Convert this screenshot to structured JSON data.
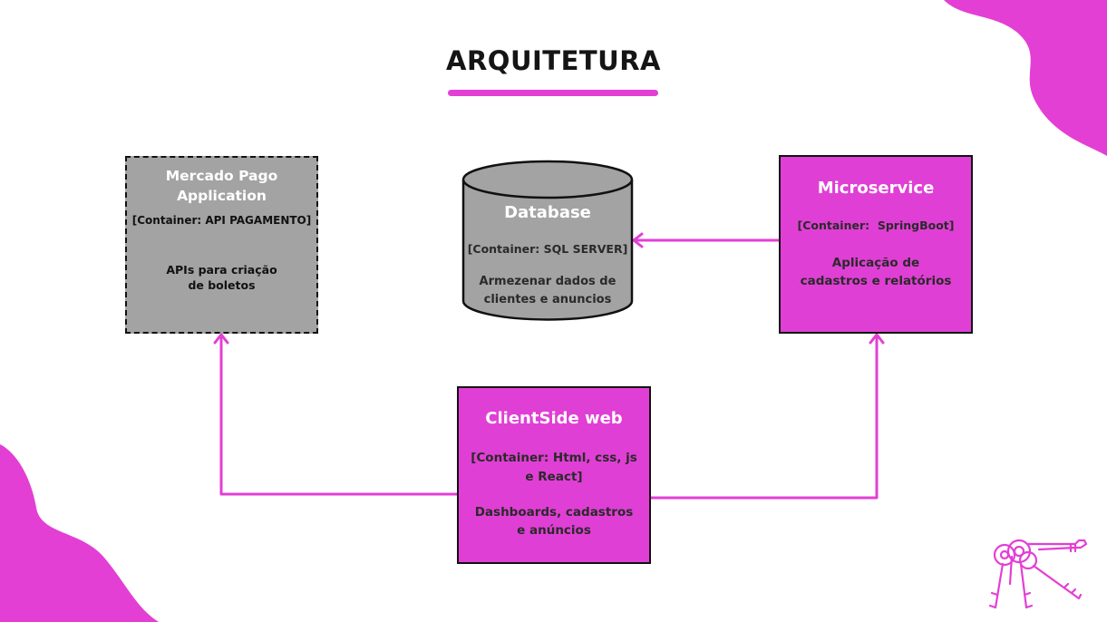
{
  "title": "ARQUITETURA",
  "colors": {
    "accent": "#e03fd5",
    "external_system": "#a3a3a3",
    "border": "#111111"
  },
  "nodes": {
    "mercado_pago": {
      "name_line1": "Mercado Pago",
      "name_line2": "Application",
      "container": "[Container: API PAGAMENTO]",
      "desc_line1": "APIs para criação",
      "desc_line2": "de boletos"
    },
    "database": {
      "name": "Database",
      "container": "[Container: SQL SERVER]",
      "desc_line1": "Armezenar dados de",
      "desc_line2": "clientes e anuncios"
    },
    "microservice": {
      "name": "Microservice",
      "container": "[Container:  SpringBoot]",
      "desc_line1": "Aplicação de",
      "desc_line2": "cadastros e relatórios"
    },
    "clientside": {
      "name": "ClientSide web",
      "container_line1": "[Container: Html, css, js",
      "container_line2": "e React]",
      "desc_line1": "Dashboards, cadastros",
      "desc_line2": "e anúncios"
    }
  },
  "decorations": {
    "top_right": "pink-blob-shape",
    "bottom_left": "pink-blob-shape",
    "bottom_right": "keys-icon"
  }
}
